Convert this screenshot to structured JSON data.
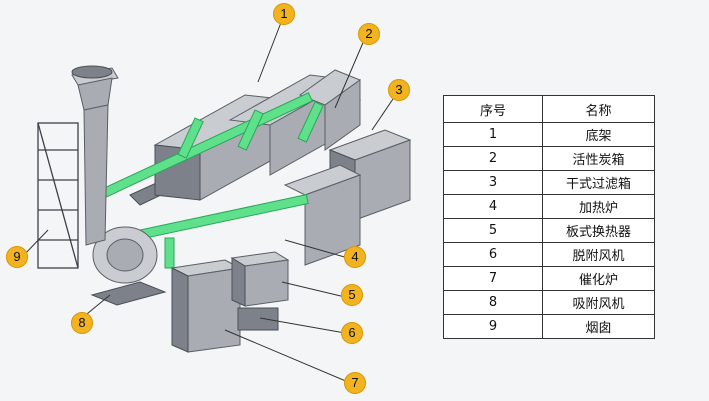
{
  "table": {
    "header": {
      "index": "序号",
      "name": "名称"
    },
    "rows": [
      {
        "index": "1",
        "name": "底架"
      },
      {
        "index": "2",
        "name": "活性炭箱"
      },
      {
        "index": "3",
        "name": "干式过滤箱"
      },
      {
        "index": "4",
        "name": "加热炉"
      },
      {
        "index": "5",
        "name": "板式换热器"
      },
      {
        "index": "6",
        "name": "脱附风机"
      },
      {
        "index": "7",
        "name": "催化炉"
      },
      {
        "index": "8",
        "name": "吸附风机"
      },
      {
        "index": "9",
        "name": "烟囱"
      }
    ]
  },
  "callouts": [
    "1",
    "2",
    "3",
    "4",
    "5",
    "6",
    "7",
    "8",
    "9"
  ],
  "colors": {
    "callout": "#f2b320",
    "pipe": "#5fe08a",
    "steel": "#a9adb3",
    "background": "#f4f5f7"
  }
}
